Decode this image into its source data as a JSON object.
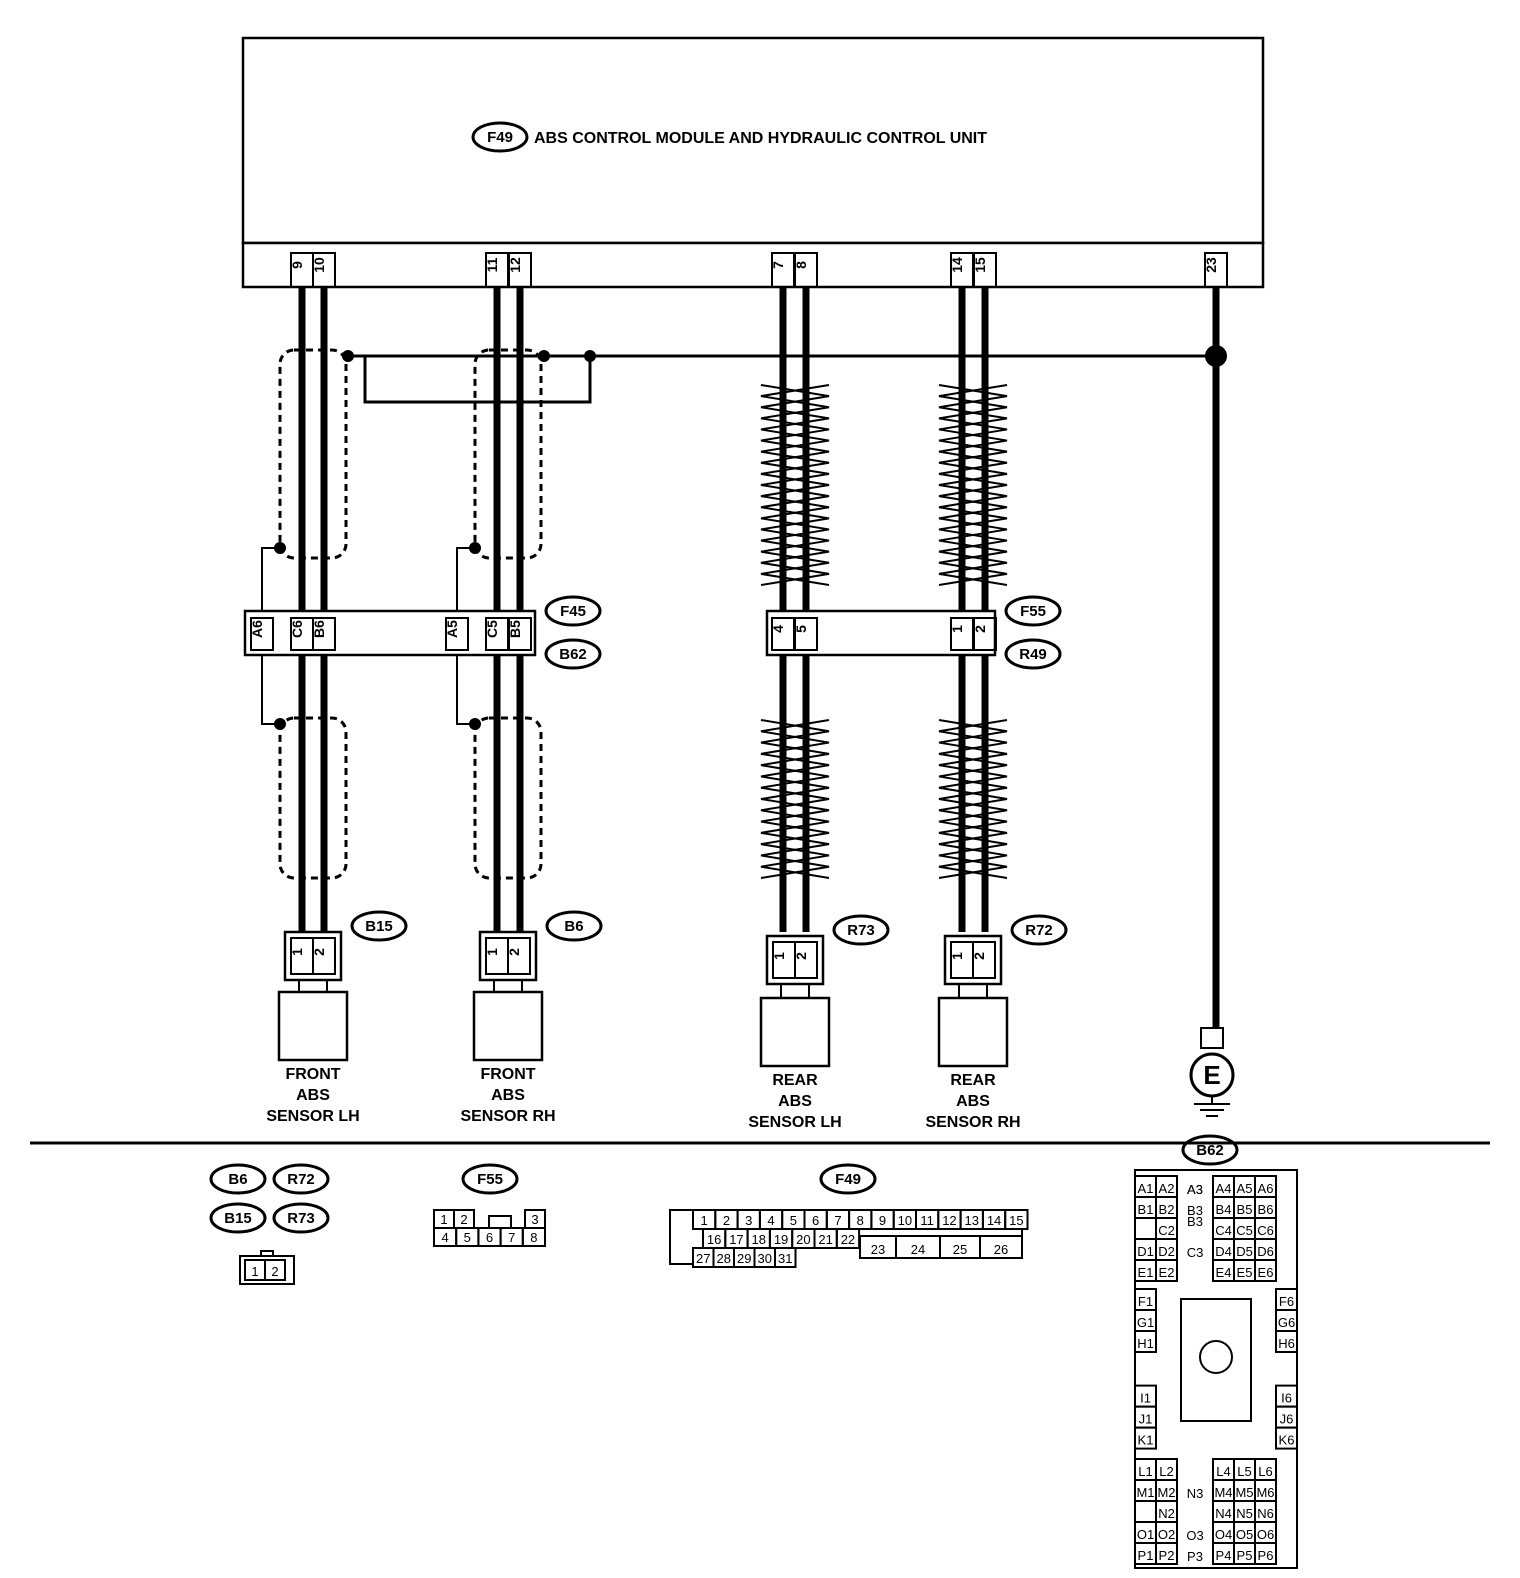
{
  "module": {
    "code": "F49",
    "title": "ABS CONTROL MODULE AND HYDRAULIC  CONTROL UNIT",
    "pins": [
      "9",
      "10",
      "11",
      "12",
      "7",
      "8",
      "14",
      "15",
      "23"
    ]
  },
  "joint_front": {
    "code_top": "F45",
    "code_bottom": "B62",
    "pins": [
      "A6",
      "C6",
      "B6",
      "A5",
      "C5",
      "B5"
    ]
  },
  "joint_rear": {
    "code_top": "F55",
    "code_bottom": "R49",
    "pins": [
      "4",
      "5",
      "1",
      "2"
    ]
  },
  "sensors": [
    {
      "code": "B15",
      "pins": [
        "1",
        "2"
      ],
      "label": [
        "FRONT",
        "ABS",
        "SENSOR LH"
      ]
    },
    {
      "code": "B6",
      "pins": [
        "1",
        "2"
      ],
      "label": [
        "FRONT",
        "ABS",
        "SENSOR RH"
      ]
    },
    {
      "code": "R73",
      "pins": [
        "1",
        "2"
      ],
      "label": [
        "REAR",
        "ABS",
        "SENSOR LH"
      ]
    },
    {
      "code": "R72",
      "pins": [
        "1",
        "2"
      ],
      "label": [
        "REAR",
        "ABS",
        "SENSOR RH"
      ]
    }
  ],
  "ground": {
    "symbol": "E"
  },
  "connector_views": {
    "small": {
      "codes": [
        "B6",
        "R72",
        "B15",
        "R73"
      ],
      "pins": [
        "1",
        "2"
      ]
    },
    "f55": {
      "code": "F55",
      "row1": [
        "1",
        "2",
        "3"
      ],
      "row2": [
        "4",
        "5",
        "6",
        "7",
        "8"
      ]
    },
    "f49": {
      "code": "F49",
      "row1": [
        "1",
        "2",
        "3",
        "4",
        "5",
        "6",
        "7",
        "8",
        "9",
        "10",
        "11",
        "12",
        "13",
        "14",
        "15"
      ],
      "row2": [
        "16",
        "17",
        "18",
        "19",
        "20",
        "21",
        "22"
      ],
      "row2b": [
        "23",
        "24",
        "25",
        "26"
      ],
      "row3": [
        "27",
        "28",
        "29",
        "30",
        "31"
      ]
    },
    "b62": {
      "code": "B62",
      "rows": [
        [
          "A1",
          "A2",
          "A3",
          "A4",
          "A5",
          "A6"
        ],
        [
          "B1",
          "B2",
          "B3",
          "B4",
          "B5",
          "B6"
        ],
        [
          "",
          "C2",
          "",
          "C4",
          "C5",
          "C6"
        ],
        [
          "D1",
          "D2",
          "C3",
          "D4",
          "D5",
          "D6"
        ],
        [
          "E1",
          "E2",
          "",
          "E4",
          "E5",
          "E6"
        ]
      ],
      "left_side": [
        "F1",
        "G1",
        "H1",
        "I1",
        "J1",
        "K1"
      ],
      "right_side": [
        "F6",
        "G6",
        "H6",
        "I6",
        "J6",
        "K6"
      ],
      "bottom_rows": [
        [
          "L1",
          "L2",
          "",
          "L4",
          "L5",
          "L6"
        ],
        [
          "M1",
          "M2",
          "N3",
          "M4",
          "M5",
          "M6"
        ],
        [
          "",
          "N2",
          "",
          "N4",
          "N5",
          "N6"
        ],
        [
          "O1",
          "O2",
          "O3",
          "O4",
          "O5",
          "O6"
        ],
        [
          "P1",
          "P2",
          "P3",
          "P4",
          "P5",
          "P6"
        ]
      ]
    }
  }
}
